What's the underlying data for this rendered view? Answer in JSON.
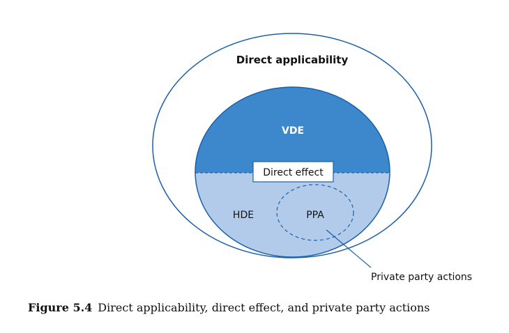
{
  "diagram": {
    "outer_label": "Direct applicability",
    "upper_label": "VDE",
    "center_label": "Direct effect",
    "lower_label": "HDE",
    "inner_label": "PPA",
    "callout_label": "Private party actions"
  },
  "caption": {
    "number": "Figure 5.4",
    "text": "Direct applicability, direct effect, and private party actions"
  },
  "colors": {
    "stroke": "#1a5fa8",
    "dark_fill": "#3d87cc",
    "light_fill": "#b3cbea"
  }
}
